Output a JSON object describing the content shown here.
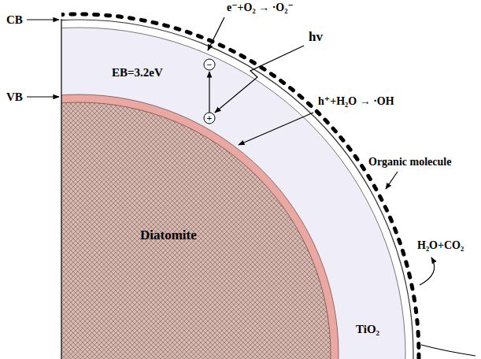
{
  "diagram": {
    "labels": [
      "CB",
      "VB",
      "e⁻+O₂ → ·O₂⁻",
      "hv",
      "EB=3.2eV",
      "−",
      "+",
      "h⁺+H₂O → ·OH",
      "Organic molecule",
      "H₂O+CO₂",
      "Diatomite",
      "TiO₂"
    ]
  }
}
